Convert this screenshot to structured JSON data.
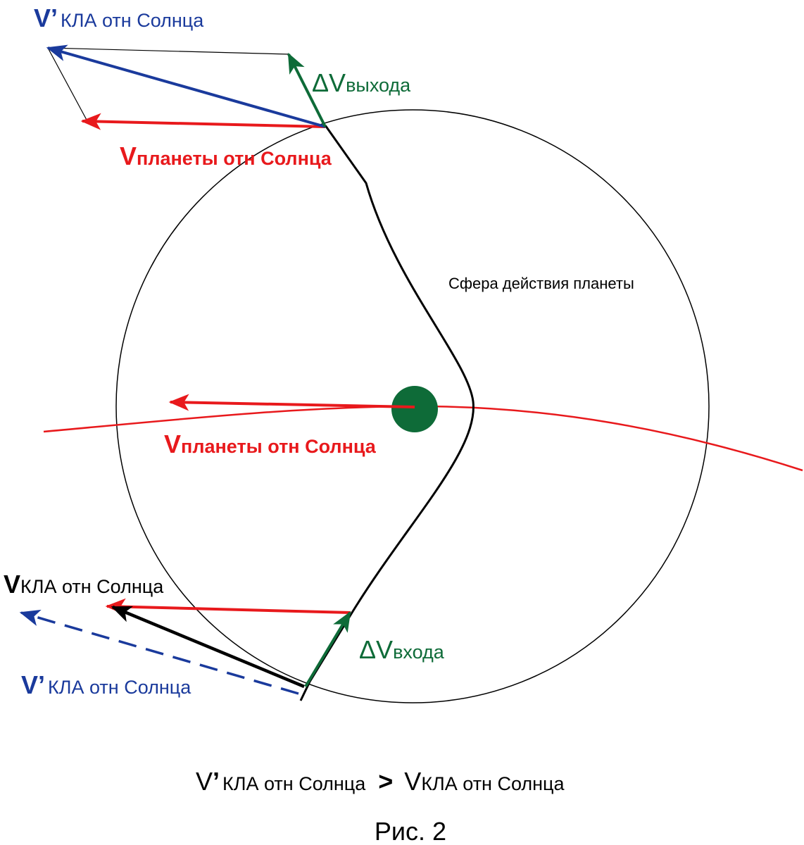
{
  "colors": {
    "black": "#000000",
    "blue": "#1a3a9c",
    "red": "#e8191c",
    "green": "#0e6b38"
  },
  "labels": {
    "v_sym": "V",
    "prime": "’",
    "delta_v": "ΔV",
    "sun_rel_sc": "КЛА отн Солнца",
    "planet_rel_sun": "планеты отн Солнца",
    "exit": "выхода",
    "entry": "входа",
    "sphere_of_influence": "Сфера действия планеты",
    "gt": ">",
    "caption": "Рис. 2"
  }
}
